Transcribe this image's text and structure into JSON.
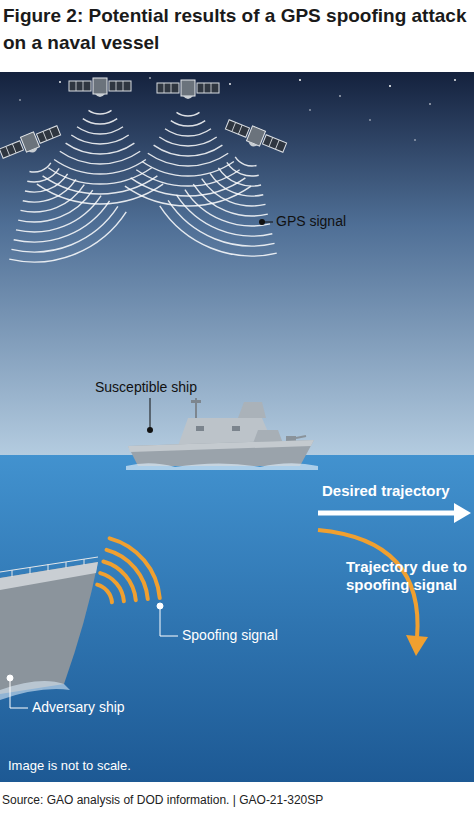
{
  "diagram": {
    "title": "Figure 2: Potential results of a GPS spoofing attack on a naval vessel",
    "caption": "Source: GAO analysis of DOD information. | GAO-21-320SP",
    "labels": [
      "GPS signal",
      "Susceptible ship",
      "Desired trajectory",
      "Trajectory due to spoofing signal",
      "Spoofing signal",
      "Adversary ship",
      "Image is not to scale."
    ]
  }
}
